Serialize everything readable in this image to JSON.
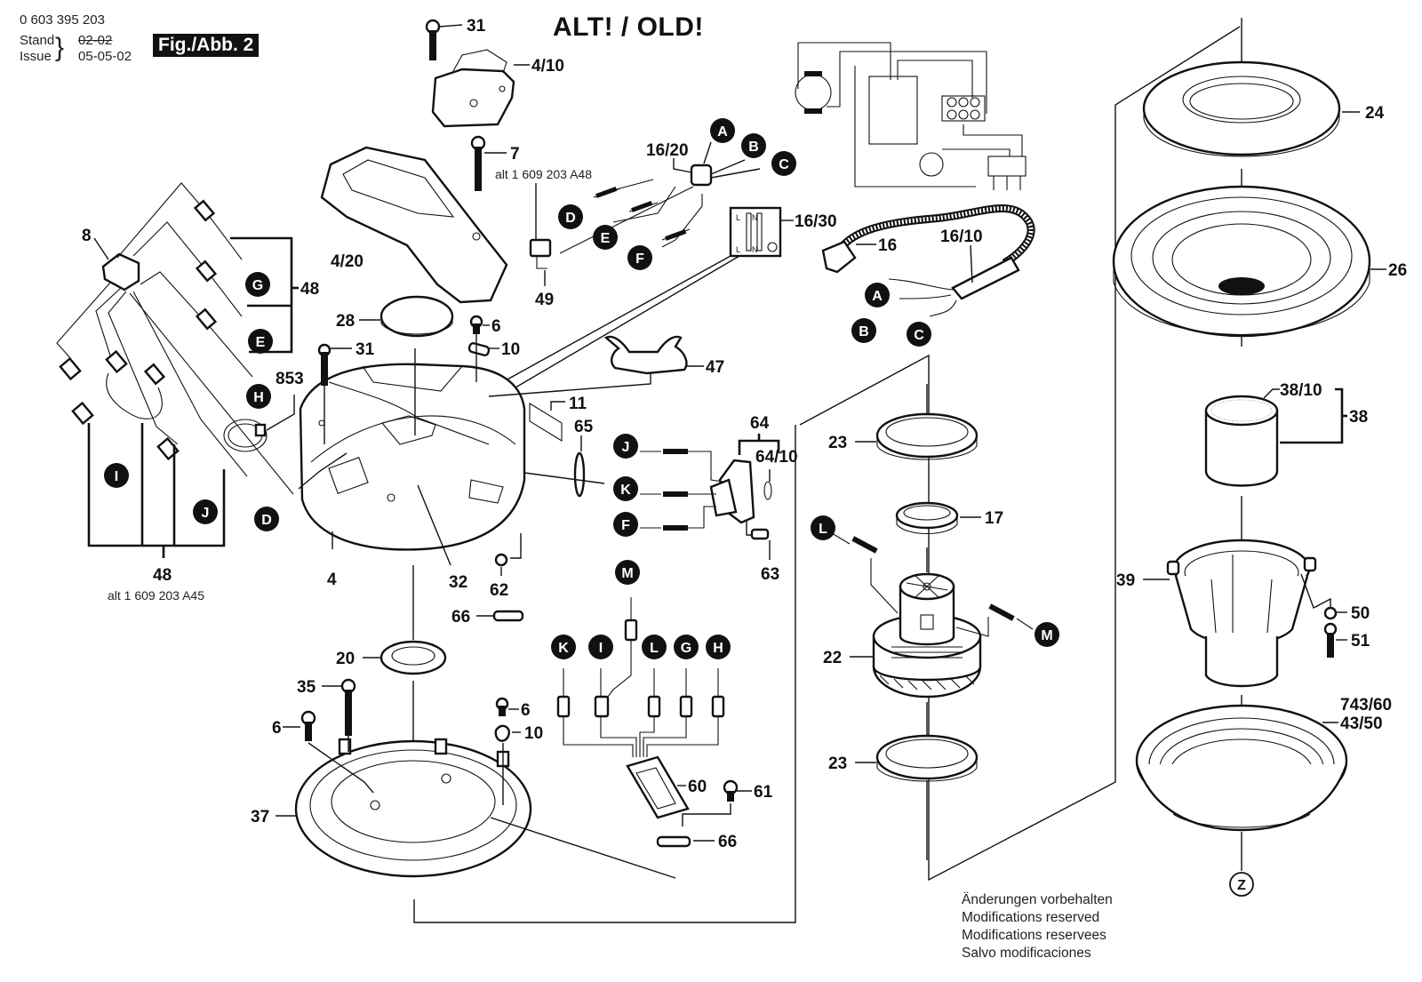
{
  "header": {
    "part_number": "0 603 395 203",
    "stand_label": "Stand",
    "issue_label": "Issue",
    "old_date_struck": "02-02",
    "issue_date": "05-05-02",
    "figure_badge": "Fig./Abb. 2",
    "title": "ALT! / OLD!"
  },
  "footer_notes": [
    "Änderungen vorbehalten",
    "Modifications reserved",
    "Modifications reservees",
    "Salvo modificaciones"
  ],
  "alt_notes": {
    "a48": "alt 1 609 203 A48",
    "a45": "alt 1 609 203 A45"
  },
  "part_labels": {
    "p31a": "31",
    "p4_10": "4/10",
    "p7": "7",
    "p4_20": "4/20",
    "p16_20": "16/20",
    "p49": "49",
    "p16_30": "16/30",
    "p16": "16",
    "p16_10": "16/10",
    "p8": "8",
    "p48a": "48",
    "p28": "28",
    "p6a": "6",
    "p10a": "10",
    "p31b": "31",
    "p853": "853",
    "p47": "47",
    "p11": "11",
    "p65": "65",
    "p64": "64",
    "p64_10": "64/10",
    "p4": "4",
    "p32": "32",
    "p62": "62",
    "p63": "63",
    "p66a": "66",
    "p48b": "48",
    "p20": "20",
    "p35": "35",
    "p6b": "6",
    "p6c": "6",
    "p10b": "10",
    "p37": "37",
    "p60": "60",
    "p61": "61",
    "p66b": "66",
    "p23a": "23",
    "p17": "17",
    "p22": "22",
    "p23b": "23",
    "p24": "24",
    "p26": "26",
    "p38_10": "38/10",
    "p38": "38",
    "p39": "39",
    "p50": "50",
    "p51": "51",
    "p743_60": "743/60",
    "p43_50": "43/50"
  },
  "connector_bubbles": {
    "top_A": "A",
    "top_B": "B",
    "top_C": "C",
    "top_D": "D",
    "top_E": "E",
    "top_F": "F",
    "left_G": "G",
    "left_E": "E",
    "left_H": "H",
    "left_I": "I",
    "left_J": "J",
    "left_D": "D",
    "cord_A": "A",
    "cord_B": "B",
    "cord_C": "C",
    "sw_J": "J",
    "sw_K": "K",
    "sw_F": "F",
    "term_M": "M",
    "term_K": "K",
    "term_I": "I",
    "term_L": "L",
    "term_G": "G",
    "term_H": "H",
    "motor_L": "L",
    "motor_M": "M",
    "detail_Z": "Z"
  },
  "terminal_block_text": {
    "l_top": "L",
    "n_top": "N",
    "l_bottom": "L",
    "n_bottom": "N"
  }
}
